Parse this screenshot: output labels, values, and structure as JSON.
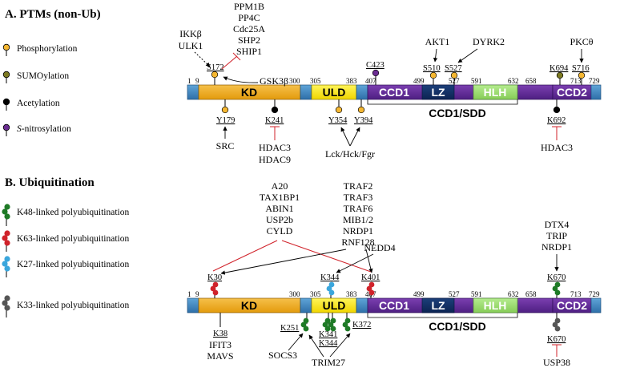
{
  "sectionA": {
    "title": "A. PTMs (non-Ub)",
    "legend": [
      "Phosphorylation",
      "SUMOylation",
      "Acetylation",
      "S-nitrosylation"
    ],
    "legend_italic_prefix": "S",
    "legend_rest": "-nitrosylation",
    "colors": {
      "phosphorylation": "#f5b731",
      "sumoylation": "#7d7a22",
      "acetylation": "#000000",
      "nitrosylation": "#6a2c91"
    },
    "domains": {
      "kd": "KD",
      "uld": "ULD",
      "ccd1": "CCD1",
      "lz": "LZ",
      "hlh": "HLH",
      "ccd2": "CCD2",
      "ccd1sdd": "CCD1/SDD"
    },
    "numbers": [
      "1",
      "9",
      "300",
      "305",
      "383",
      "407",
      "499",
      "527",
      "591",
      "632",
      "658",
      "713",
      "729"
    ],
    "sites_top": {
      "s172": "S172",
      "c423": "C423",
      "s510": "S510",
      "s527": "S527",
      "k694": "K694",
      "s716": "S716"
    },
    "sites_bottom": {
      "y179": "Y179",
      "k241": "K241",
      "y354": "Y354",
      "y394": "Y394",
      "k692": "K692"
    },
    "regulators": {
      "ikk": [
        "IKKβ",
        "ULK1"
      ],
      "ppm": [
        "PPM1B",
        "PP4C",
        "Cdc25A",
        "SHP2",
        "SHIP1"
      ],
      "gsk": "GSK3β",
      "akt": "AKT1",
      "dyrk": "DYRK2",
      "pkc": "PKCθ",
      "src": "SRC",
      "hdac39": [
        "HDAC3",
        "HDAC9"
      ],
      "lck": "Lck/Hck/Fgr",
      "hdac3": "HDAC3"
    }
  },
  "sectionB": {
    "title": "B. Ubiquitination",
    "legend": [
      "K48-linked polyubiquitination",
      "K63-linked polyubiquitination",
      "K27-linked polyubiquitination",
      "K33-linked polyubiquitination"
    ],
    "colors": {
      "k48": "#1e7a26",
      "k63": "#d0222a",
      "k27": "#3aa6dc",
      "k33": "#555555"
    },
    "domains": {
      "kd": "KD",
      "uld": "ULD",
      "ccd1": "CCD1",
      "lz": "LZ",
      "hlh": "HLH",
      "ccd2": "CCD2",
      "ccd1sdd": "CCD1/SDD"
    },
    "numbers": [
      "1",
      "9",
      "300",
      "305",
      "383",
      "407",
      "499",
      "527",
      "591",
      "632",
      "658",
      "713",
      "729"
    ],
    "sites_top": {
      "k30": "K30",
      "k344": "K344",
      "k401": "K401",
      "k670": "K670"
    },
    "sites_bottom": {
      "k38": "K38",
      "k251": "K251",
      "k341": "K341",
      "k344": "K344",
      "k372": "K372",
      "k670": "K670"
    },
    "regulators": {
      "a20": [
        "A20",
        "TAX1BP1",
        "ABIN1",
        "USP2b",
        "CYLD"
      ],
      "traf": [
        "TRAF2",
        "TRAF3",
        "TRAF6",
        "MIB1/2",
        "NRDP1",
        "RNF128"
      ],
      "nedd4": "NEDD4",
      "dtx4": [
        "DTX4",
        "TRIP",
        "NRDP1"
      ],
      "ifit3": [
        "IFIT3",
        "MAVS"
      ],
      "socs3": "SOCS3",
      "trim27": "TRIM27",
      "usp38": "USP38"
    }
  }
}
